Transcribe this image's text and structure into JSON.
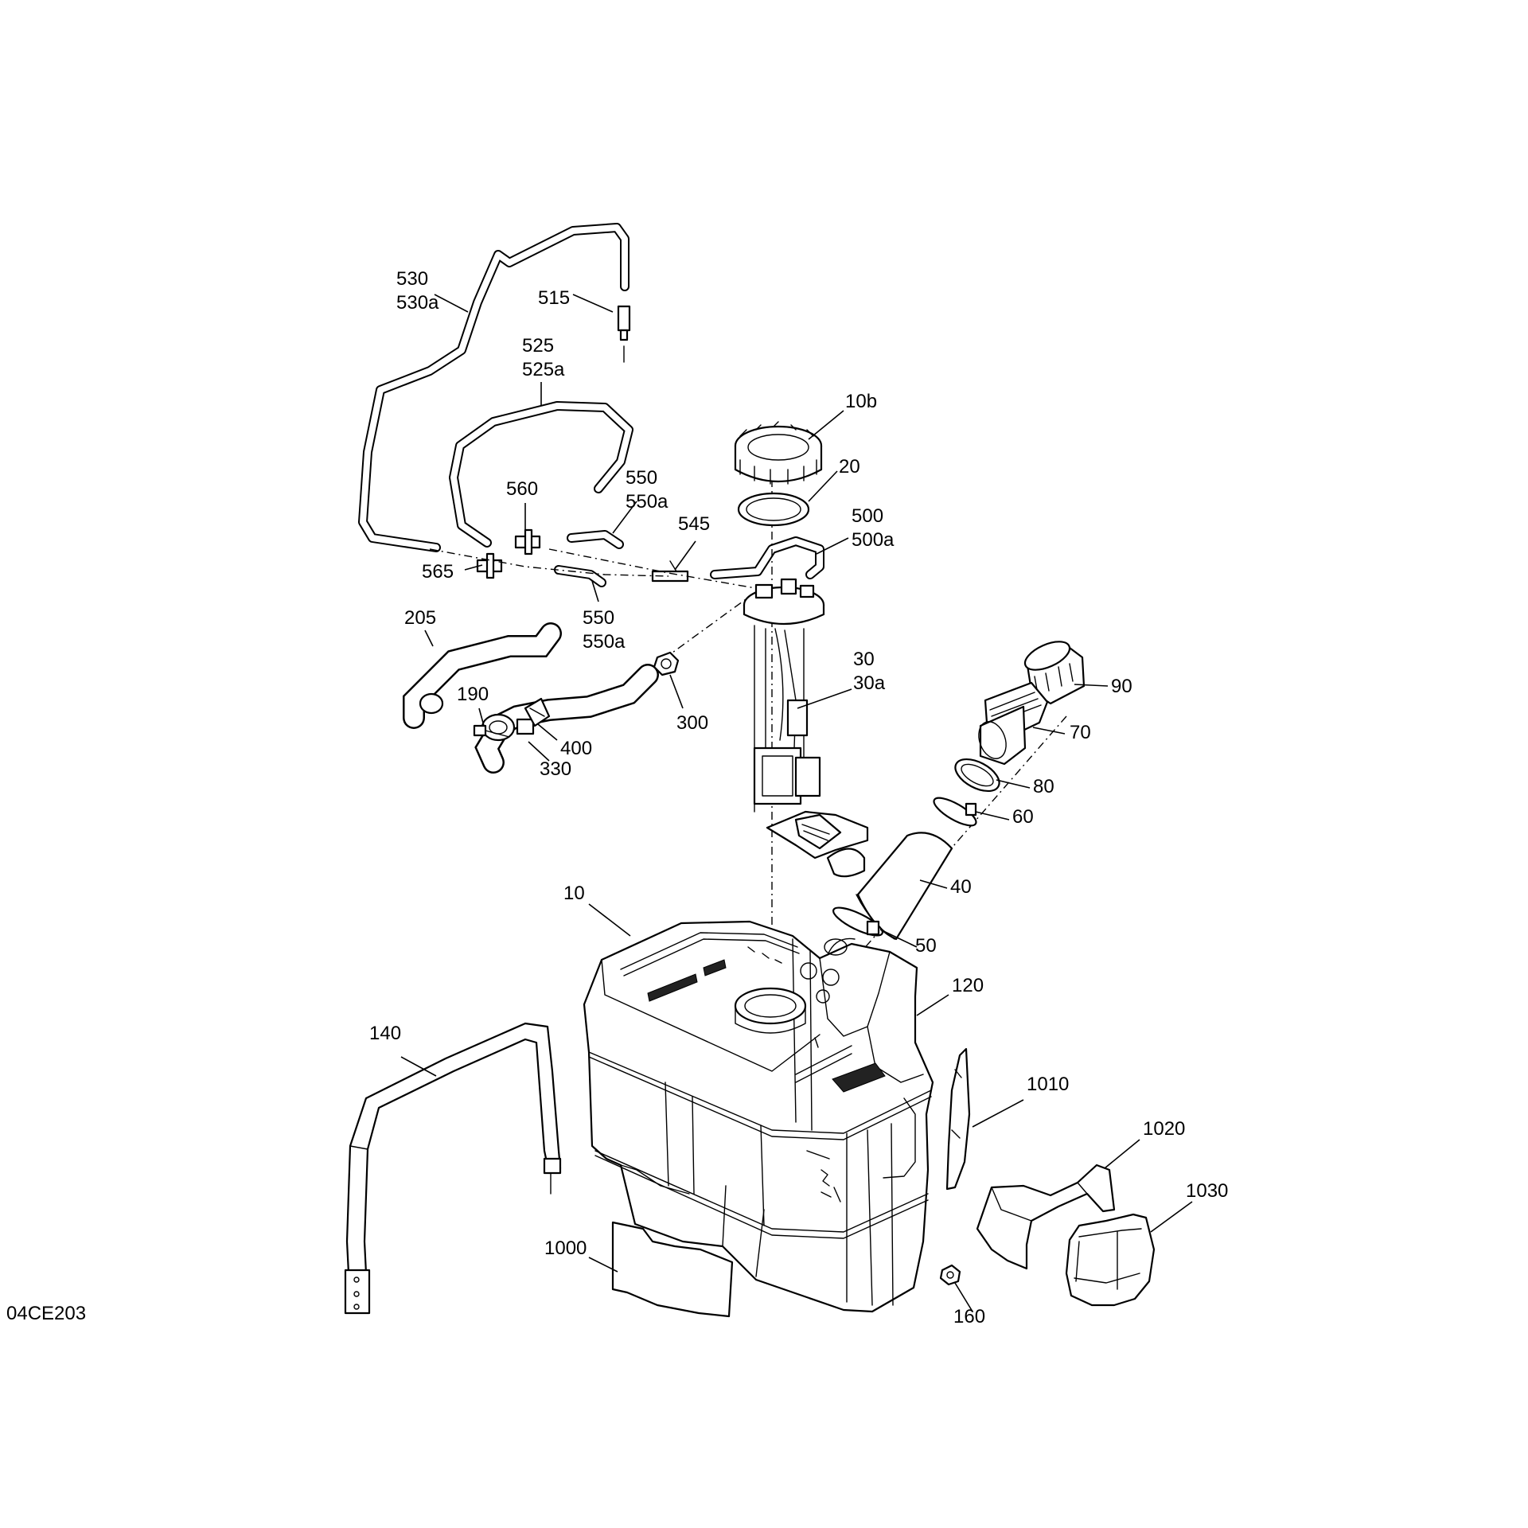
{
  "drawing_code": "04CE203",
  "callouts": [
    {
      "id": "c530",
      "lines": [
        "530",
        "530a"
      ]
    },
    {
      "id": "c515",
      "lines": [
        "515"
      ]
    },
    {
      "id": "c525",
      "lines": [
        "525",
        "525a"
      ]
    },
    {
      "id": "c10b",
      "lines": [
        "10b"
      ]
    },
    {
      "id": "c20",
      "lines": [
        "20"
      ]
    },
    {
      "id": "c560",
      "lines": [
        "560"
      ]
    },
    {
      "id": "c550top",
      "lines": [
        "550",
        "550a"
      ]
    },
    {
      "id": "c500",
      "lines": [
        "500",
        "500a"
      ]
    },
    {
      "id": "c545",
      "lines": [
        "545"
      ]
    },
    {
      "id": "c565",
      "lines": [
        "565"
      ]
    },
    {
      "id": "c550bot",
      "lines": [
        "550",
        "550a"
      ]
    },
    {
      "id": "c205",
      "lines": [
        "205"
      ]
    },
    {
      "id": "c30",
      "lines": [
        "30",
        "30a"
      ]
    },
    {
      "id": "c90",
      "lines": [
        "90"
      ]
    },
    {
      "id": "c190",
      "lines": [
        "190"
      ]
    },
    {
      "id": "c300",
      "lines": [
        "300"
      ]
    },
    {
      "id": "c400",
      "lines": [
        "400"
      ]
    },
    {
      "id": "c70",
      "lines": [
        "70"
      ]
    },
    {
      "id": "c330",
      "lines": [
        "330"
      ]
    },
    {
      "id": "c80",
      "lines": [
        "80"
      ]
    },
    {
      "id": "c60",
      "lines": [
        "60"
      ]
    },
    {
      "id": "c40",
      "lines": [
        "40"
      ]
    },
    {
      "id": "c10",
      "lines": [
        "10"
      ]
    },
    {
      "id": "c50",
      "lines": [
        "50"
      ]
    },
    {
      "id": "c120",
      "lines": [
        "120"
      ]
    },
    {
      "id": "c140",
      "lines": [
        "140"
      ]
    },
    {
      "id": "c1010",
      "lines": [
        "1010"
      ]
    },
    {
      "id": "c1020",
      "lines": [
        "1020"
      ]
    },
    {
      "id": "c1030",
      "lines": [
        "1030"
      ]
    },
    {
      "id": "c1000",
      "lines": [
        "1000"
      ]
    },
    {
      "id": "c160",
      "lines": [
        "160"
      ]
    }
  ]
}
